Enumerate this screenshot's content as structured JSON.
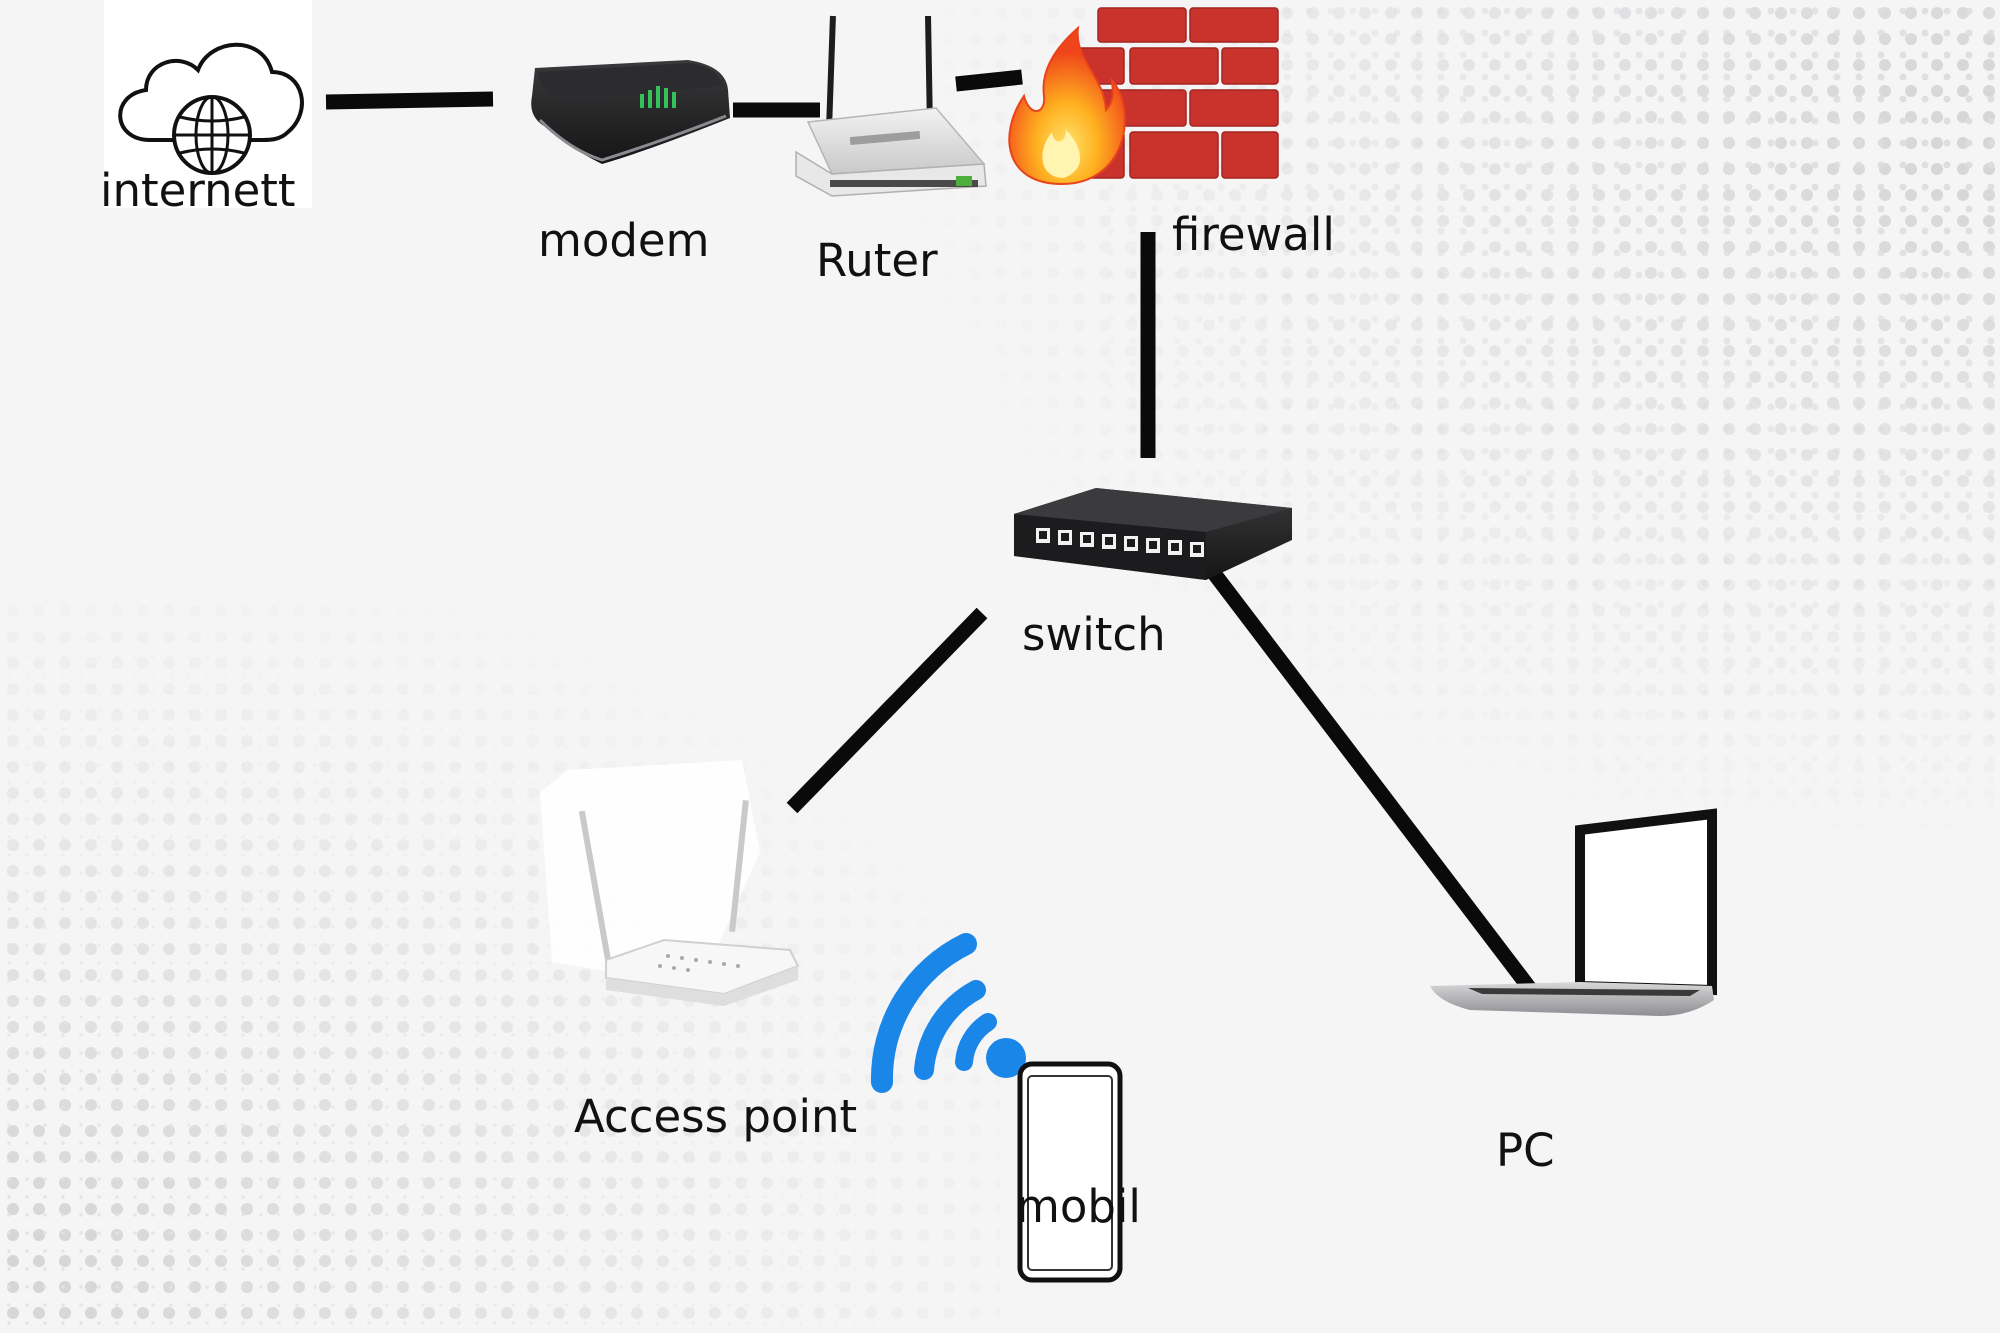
{
  "nodes": {
    "internet": {
      "label": "internett",
      "icon": "cloud-globe-icon"
    },
    "modem": {
      "label": "modem",
      "icon": "modem-icon"
    },
    "router": {
      "label": "Ruter",
      "icon": "router-icon"
    },
    "firewall": {
      "label": "firewall",
      "icon": "firewall-icon"
    },
    "switch": {
      "label": "switch",
      "icon": "network-switch-icon"
    },
    "access_point": {
      "label": "Access point",
      "icon": "access-point-icon"
    },
    "mobile": {
      "label": "mobil",
      "icon": "smartphone-icon"
    },
    "pc": {
      "label": "PC",
      "icon": "laptop-icon"
    }
  },
  "links": [
    {
      "from": "internet",
      "to": "modem"
    },
    {
      "from": "modem",
      "to": "router"
    },
    {
      "from": "router",
      "to": "firewall"
    },
    {
      "from": "firewall",
      "to": "switch"
    },
    {
      "from": "switch",
      "to": "access_point"
    },
    {
      "from": "switch",
      "to": "pc"
    },
    {
      "from": "access_point",
      "to": "mobile",
      "type": "wireless"
    }
  ],
  "colors": {
    "background": "#f5f5f6",
    "dot_pattern": "#cfcfd1",
    "link": "#0a0a0a",
    "wifi": "#1a86e8",
    "firewall_brick": "#c9332c",
    "flame": "#f36a14"
  }
}
